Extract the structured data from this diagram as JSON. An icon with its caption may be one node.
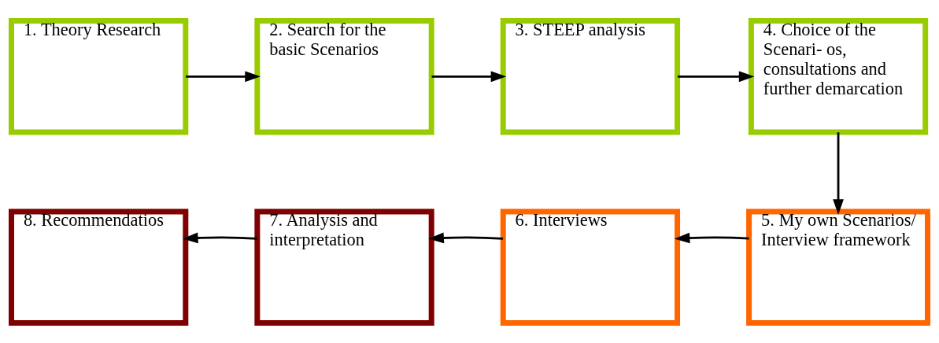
{
  "diagram": {
    "nodes": [
      {
        "text": [
          "1. Theory Research"
        ]
      },
      {
        "text": [
          "2. Search for the basic Scenarios"
        ]
      },
      {
        "text": [
          "3. STEEP analysis"
        ]
      },
      {
        "text": [
          "4. Choice of the Scenari- os, consultations and further demarcation"
        ]
      },
      {
        "text": [
          "5. My own Scenarios/ Interview framework"
        ]
      },
      {
        "text": [
          "6. Interviews"
        ]
      },
      {
        "text": [
          "7. Analysis and interpretation"
        ]
      },
      {
        "text": [
          "8. Recommendatios"
        ]
      }
    ],
    "edges": [
      {
        "from": 0,
        "to": 1,
        "arrow": "to"
      },
      {
        "from": 1,
        "to": 2,
        "arrow": "to"
      },
      {
        "from": 2,
        "to": 3,
        "arrow": "to"
      },
      {
        "from": 3,
        "to": 4,
        "arrow": "to"
      },
      {
        "from": 4,
        "to": 5,
        "arrow": "to"
      },
      {
        "from": 5,
        "to": 6,
        "arrow": "to"
      },
      {
        "from": 6,
        "to": 7,
        "arrow": "to"
      }
    ]
  }
}
